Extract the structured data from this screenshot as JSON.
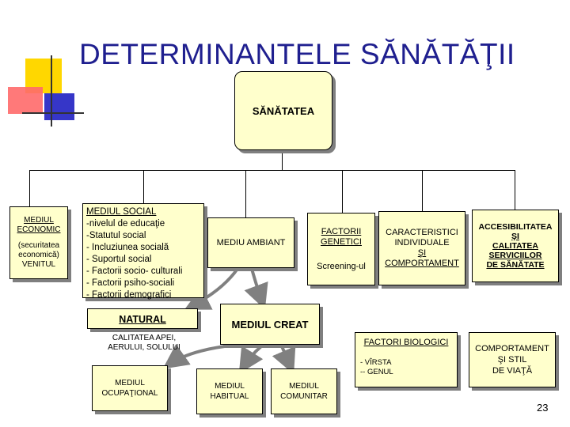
{
  "title": "DETERMINANTELE SĂNĂTĂŢII",
  "root": "SĂNĂTATEA",
  "economic": {
    "label": "MEDIUL ECONOMIC",
    "sub1": "(securitatea economică)",
    "sub2": "VENITUL"
  },
  "social": {
    "label": "MEDIUL SOCIAL",
    "items": [
      "-nivelul de educaţie",
      "-Statutul social",
      "- Incluziunea socială",
      "- Suportul  social",
      "- Factorii socio- culturali",
      "- Factorii psiho-sociali",
      "- Factorii demografici"
    ]
  },
  "ambiant": "MEDIU AMBIANT",
  "genetic": {
    "label": "FACTORII GENETICI",
    "sub": "Screening-ul"
  },
  "individual": {
    "line1": "CARACTERISTICI",
    "line2": "INDIVIDUALE",
    "line3": "ŞI",
    "line4": "COMPORTAMENT"
  },
  "access": {
    "line1": "ACCESIBILITATEA",
    "line2": "ŞI",
    "line3": "CALITATEA",
    "line4": "SERVICIILOR",
    "line5": "DE SĂNĂTATE"
  },
  "natural": {
    "label": "NATURAL",
    "line1": "CALITATEA APEI,",
    "line2": "AERULUI, SOLULUI"
  },
  "creat": "MEDIUL CREAT",
  "ocupational": {
    "line1": "MEDIUL",
    "line2": "OCUPAŢIONAL"
  },
  "habitual": {
    "line1": "MEDIUL",
    "line2": "HABITUAL"
  },
  "comunitar": {
    "line1": "MEDIUL",
    "line2": "COMUNITAR"
  },
  "biologic": {
    "label": "FACTORI BIOLOGICI",
    "item1": "- VÎRSTA",
    "item2": "-- GENUL"
  },
  "lifestyle": {
    "line1": "COMPORTAMENT",
    "line2": "ŞI  STIL",
    "line3": "DE VIAŢĂ"
  },
  "page_number": "23",
  "colors": {
    "title": "#1f1f8f",
    "box_fill": "#ffffcc",
    "deco_yellow": "#ffd700",
    "deco_red": "#ff6666",
    "deco_blue": "#3333cc"
  }
}
